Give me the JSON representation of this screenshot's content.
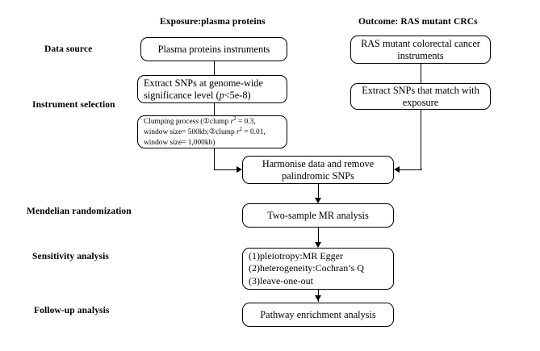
{
  "figure": {
    "type": "flowchart",
    "title": "Two-sample Mendelian randomization study design flowchart",
    "orientation": "top-to-bottom",
    "columns": [
      {
        "id": "exposure",
        "header": "Exposure:plasma proteins"
      },
      {
        "id": "outcome",
        "header": "Outcome: RAS mutant CRCs"
      }
    ],
    "stages": [
      {
        "id": "data-source",
        "label": "Data source"
      },
      {
        "id": "instrument-selection",
        "label": "Instrument selection"
      },
      {
        "id": "mendelian-randomization",
        "label": "Mendelian randomization"
      },
      {
        "id": "sensitivity-analysis",
        "label": "Sensitivity analysis"
      },
      {
        "id": "follow-up-analysis",
        "label": "Follow-up analysis"
      }
    ],
    "nodes": [
      {
        "id": "plasma-proteins-instruments",
        "stage": "data-source",
        "column": "exposure",
        "text": "Plasma proteins instruments"
      },
      {
        "id": "ras-mutant-crc-instruments",
        "stage": "data-source",
        "column": "outcome",
        "line1": "RAS mutant colorectal cancer",
        "line2": "instruments"
      },
      {
        "id": "extract-snps-genome-wide",
        "stage": "instrument-selection",
        "column": "exposure",
        "line1": "Extract SNPs at genome-wide",
        "line2_a": "significance level (",
        "line2_italic": "p",
        "line2_b": "<5e-8)"
      },
      {
        "id": "clumping-process",
        "stage": "instrument-selection",
        "column": "exposure",
        "line1_a": "Clumping process (①clump ",
        "line1_r": "r",
        "line1_sup": "2",
        "line1_b": " = 0.3,",
        "line2_a": "window size= 500kb;②clump ",
        "line2_r": "r",
        "line2_sup": "2",
        "line2_b": " = 0.01,",
        "line3": "window size= 1,000kb)"
      },
      {
        "id": "extract-snps-match-exposure",
        "stage": "instrument-selection",
        "column": "outcome",
        "line1": "Extract SNPs that match with",
        "line2": "exposure"
      },
      {
        "id": "harmonise-data",
        "stage": "instrument-selection",
        "column": "center",
        "line1": "Harmonise data and remove",
        "line2": "palindromic SNPs"
      },
      {
        "id": "two-sample-mr-analysis",
        "stage": "mendelian-randomization",
        "column": "center",
        "text": "Two-sample MR analysis"
      },
      {
        "id": "sensitivity-tests",
        "stage": "sensitivity-analysis",
        "column": "center",
        "line1": "(1)pleiotropy:MR Egger",
        "line2": "(2)heterogeneity:Cochran’s Q",
        "line3": "(3)leave-one-out"
      },
      {
        "id": "pathway-enrichment-analysis",
        "stage": "follow-up-analysis",
        "column": "center",
        "text": "Pathway enrichment analysis"
      }
    ],
    "edges": [
      {
        "from": "plasma-proteins-instruments",
        "to": "extract-snps-genome-wide",
        "style": "plain-vertical"
      },
      {
        "from": "extract-snps-genome-wide",
        "to": "clumping-process",
        "style": "plain-vertical"
      },
      {
        "from": "clumping-process",
        "to": "harmonise-data",
        "style": "elbow-right-arrow"
      },
      {
        "from": "ras-mutant-crc-instruments",
        "to": "extract-snps-match-exposure",
        "style": "plain-vertical"
      },
      {
        "from": "extract-snps-match-exposure",
        "to": "harmonise-data",
        "style": "elbow-left-arrow"
      },
      {
        "from": "harmonise-data",
        "to": "two-sample-mr-analysis",
        "style": "arrow-down"
      },
      {
        "from": "two-sample-mr-analysis",
        "to": "sensitivity-tests",
        "style": "arrow-down"
      },
      {
        "from": "sensitivity-tests",
        "to": "pathway-enrichment-analysis",
        "style": "arrow-down"
      }
    ],
    "colors": {
      "background": "#ffffff",
      "stroke": "#000000",
      "text": "#000000"
    }
  }
}
